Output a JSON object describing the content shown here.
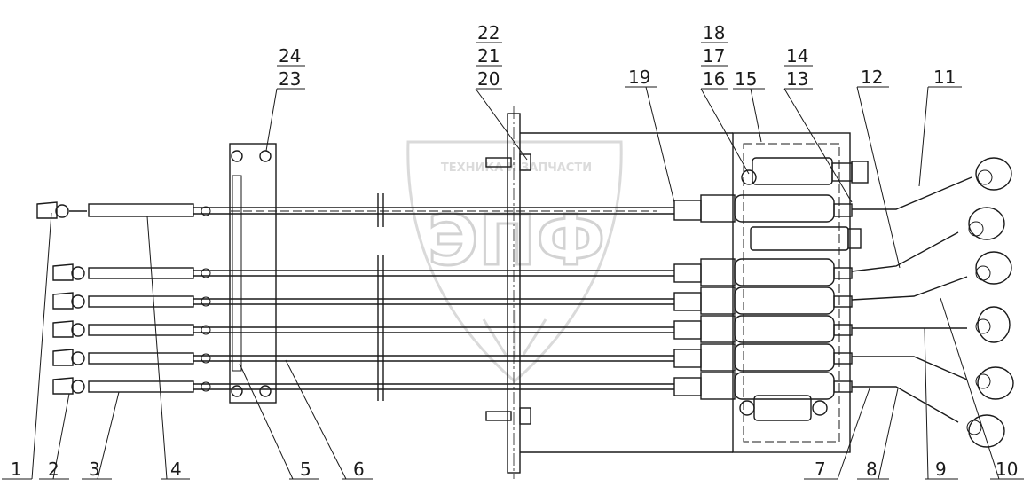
{
  "watermark": {
    "logo_text": "ЭПФ",
    "caption": "ТЕХНИКА И ЗАПЧАСТИ"
  },
  "callouts": {
    "bottom": [
      {
        "id": "1",
        "text": "1"
      },
      {
        "id": "2",
        "text": "2"
      },
      {
        "id": "3",
        "text": "3"
      },
      {
        "id": "4",
        "text": "4"
      },
      {
        "id": "5",
        "text": "5"
      },
      {
        "id": "6",
        "text": "6"
      },
      {
        "id": "7",
        "text": "7"
      },
      {
        "id": "8",
        "text": "8"
      },
      {
        "id": "9",
        "text": "9"
      },
      {
        "id": "10",
        "text": "10"
      }
    ],
    "top": [
      {
        "id": "11",
        "text": "11"
      },
      {
        "id": "12",
        "text": "12"
      },
      {
        "id": "15",
        "text": "15"
      },
      {
        "id": "19",
        "text": "19"
      }
    ],
    "stacks": [
      {
        "id": "23-24",
        "lines": [
          "24",
          "23"
        ]
      },
      {
        "id": "20-22",
        "lines": [
          "22",
          "21",
          "20"
        ]
      },
      {
        "id": "16-18",
        "lines": [
          "18",
          "17",
          "16"
        ]
      },
      {
        "id": "13-14",
        "lines": [
          "14",
          "13"
        ]
      }
    ]
  }
}
